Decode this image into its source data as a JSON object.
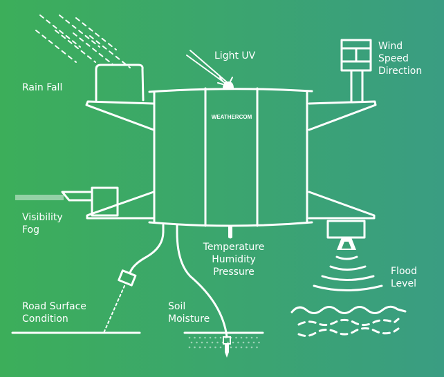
{
  "colors": {
    "bg_left": "#3cae5a",
    "bg_right": "#3a9d82",
    "line": "#ffffff"
  },
  "brand": "WEATHERCOM",
  "labels": {
    "rain_fall": "Rain Fall",
    "light_uv": "Light UV",
    "wind": [
      "Wind",
      "Speed",
      "Direction"
    ],
    "visibility": [
      "Visibility",
      "Fog"
    ],
    "temperature": [
      "Temperature",
      "Humidity",
      "Pressure"
    ],
    "flood": [
      "Flood",
      "Level"
    ],
    "road": [
      "Road Surface",
      "Condition"
    ],
    "soil": [
      "Soil",
      "Moisture"
    ]
  }
}
